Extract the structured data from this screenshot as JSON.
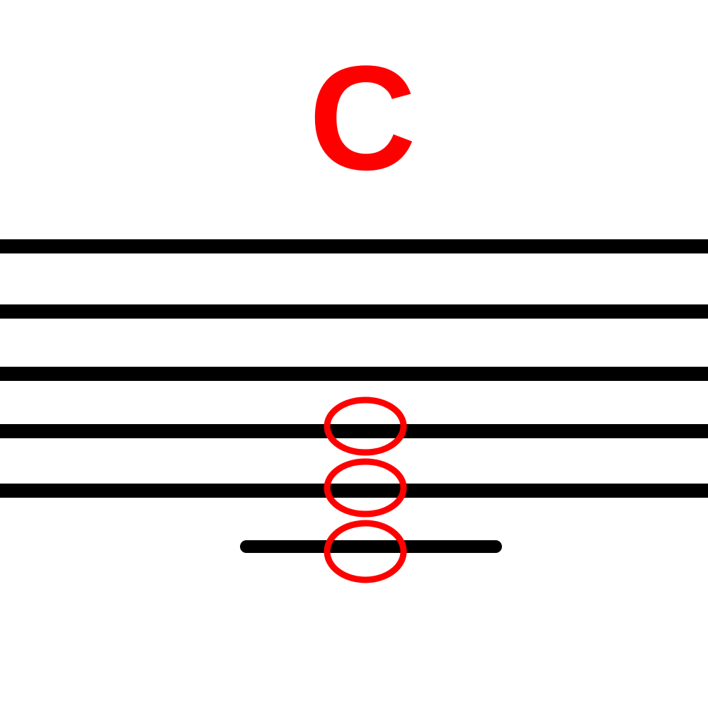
{
  "chord": {
    "label": "C"
  },
  "staff": {
    "line_count": 5,
    "ledger_lines": 1
  },
  "notes": [
    {
      "name": "note-on-line-4"
    },
    {
      "name": "note-on-line-5"
    },
    {
      "name": "note-on-ledger-line"
    }
  ],
  "colors": {
    "label": "#ff0000",
    "note": "#ff0000",
    "staff": "#000000",
    "background": "#ffffff"
  }
}
